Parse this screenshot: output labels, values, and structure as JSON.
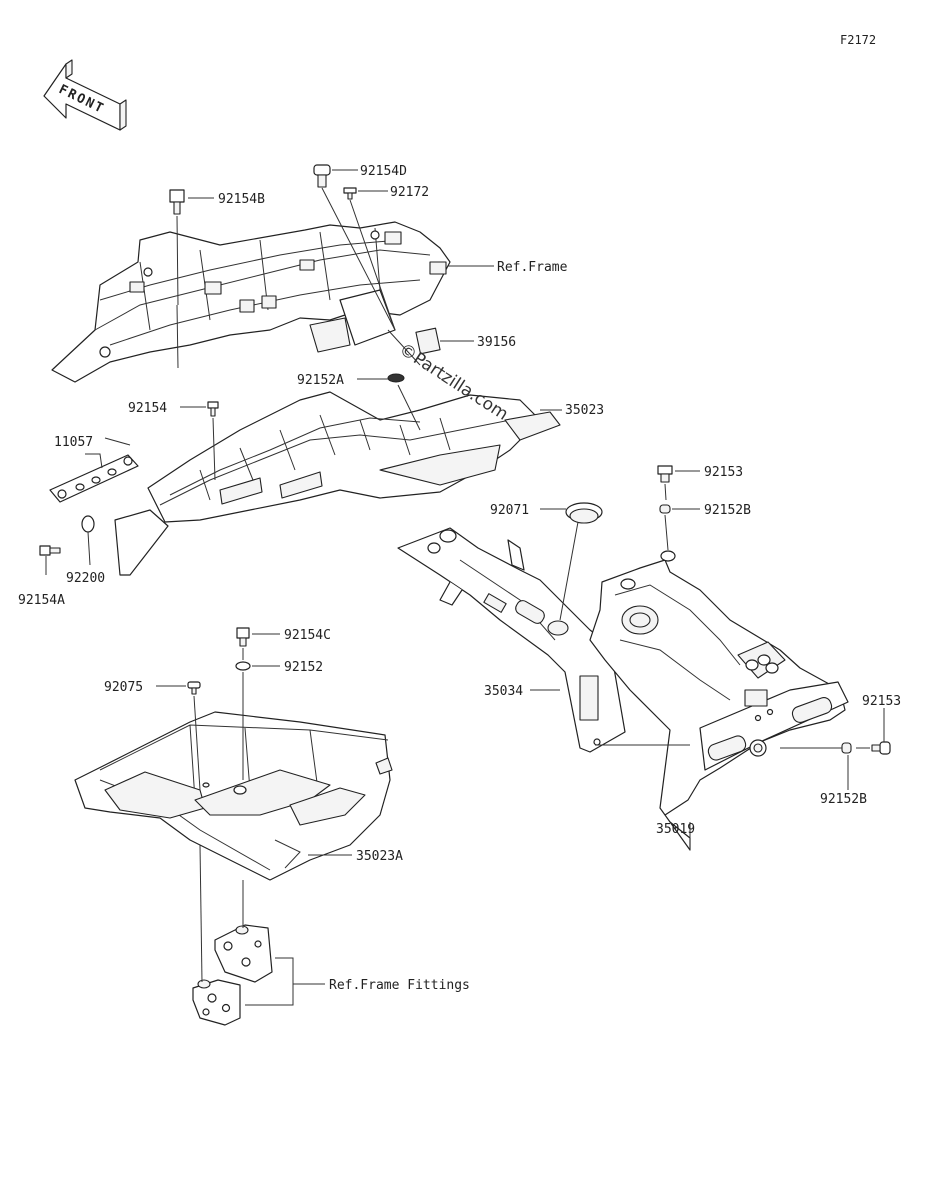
{
  "diagram_code": "F2172",
  "front_label": "FRONT",
  "watermark": "©Partzilla.com",
  "callouts": {
    "p92154D": "92154D",
    "p92172": "92172",
    "p92154B": "92154B",
    "ref_frame": "Ref.Frame",
    "p39156": "39156",
    "p92152A": "92152A",
    "p35023": "35023",
    "p92154": "92154",
    "p11057": "11057",
    "p92153_top": "92153",
    "p92152B_top": "92152B",
    "p92071": "92071",
    "p92200": "92200",
    "p92154A": "92154A",
    "p92154C": "92154C",
    "p92152": "92152",
    "p92075": "92075",
    "p35034": "35034",
    "p92153_right": "92153",
    "p92152B_right": "92152B",
    "p35019": "35019",
    "p35023A": "35023A",
    "ref_frame_fittings": "Ref.Frame Fittings"
  }
}
